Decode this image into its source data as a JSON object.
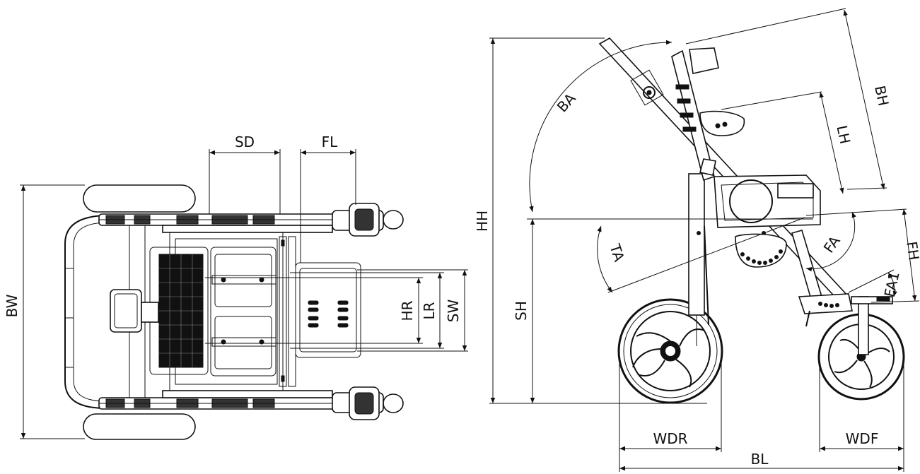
{
  "top_view": {
    "labels": {
      "sd": "SD",
      "fl": "FL",
      "bw": "BW",
      "hr": "HR",
      "lr": "LR",
      "sw": "SW"
    }
  },
  "side_view": {
    "labels": {
      "hh": "HH",
      "sh": "SH",
      "ba": "BA",
      "bh": "BH",
      "lh": "LH",
      "ta": "TA",
      "fa": "FA",
      "fh": "FH",
      "fa1": "FA1",
      "wdr": "WDR",
      "wdf": "WDF",
      "bl": "BL"
    }
  }
}
